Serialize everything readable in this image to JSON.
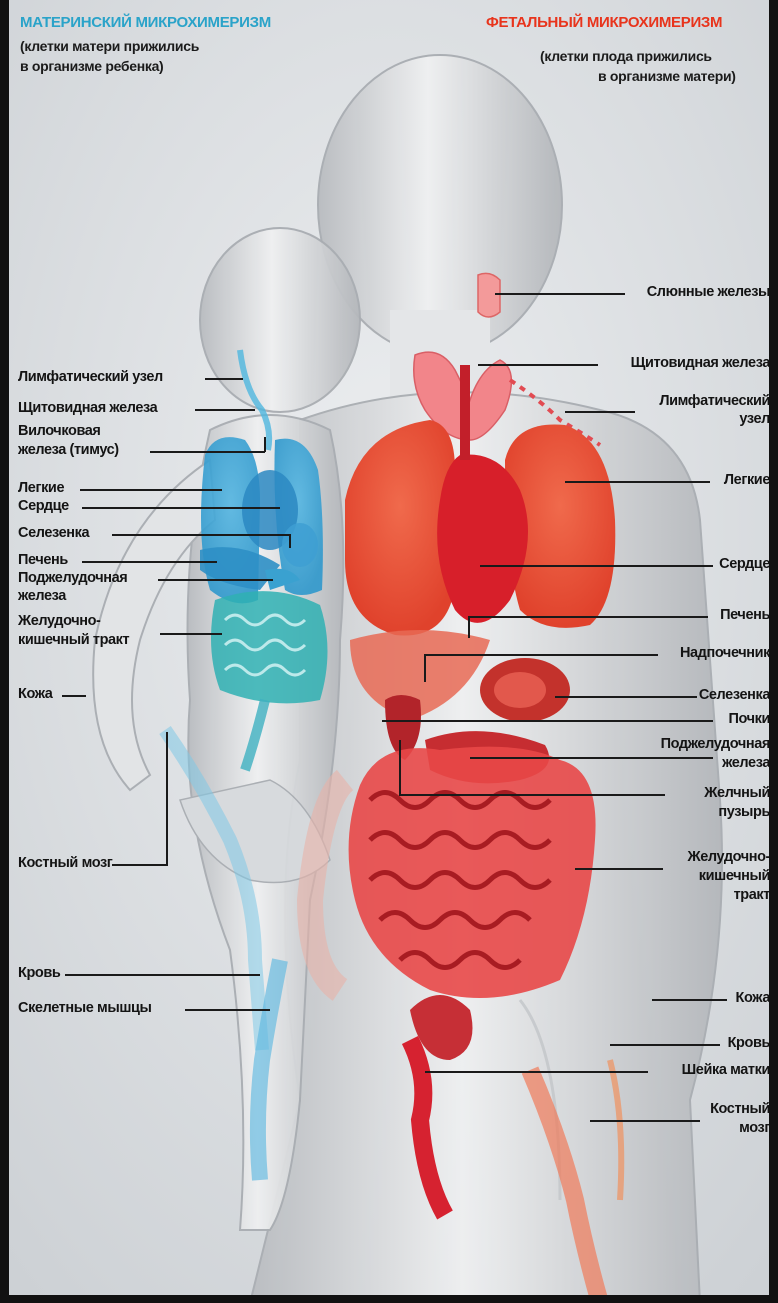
{
  "title_left": "МАТЕРИНСКИЙ МИКРОХИМЕРИЗМ",
  "subtitle_left_1": "(клетки матери   прижились",
  "subtitle_left_2": "в организме ребенка)",
  "title_right": "ФЕТАЛЬНЫЙ МИКРОХИМЕРИЗМ",
  "subtitle_right_1": "(клетки плода  прижились",
  "subtitle_right_2": "в организме матери)",
  "colors": {
    "maternal": "#2aa3c9",
    "fetal": "#e8341c",
    "child_organs": "#3aa8d8",
    "mother_organs": "#e53a2e",
    "background": "#dcdfe2"
  },
  "left_labels": [
    "Лимфатический узел",
    "Щитовидная железа",
    "Вилочковая",
    "железа (тимус)",
    "Легкие",
    "Сердце",
    "Селезенка",
    "Печень",
    "Поджелудочная",
    "железа",
    "Желудочно-",
    "кишечный тракт",
    "Кожа",
    "Костный мозг",
    "Кровь",
    "Скелетные мышцы"
  ],
  "right_labels": [
    "Слюнные железы",
    "Щитовидная железа",
    "Лимфатический",
    "узел",
    "Легкие",
    "Сердце",
    "Печень",
    "Надпочечник",
    "Селезенка",
    "Почки",
    "Поджелудочная",
    "железа",
    "Желчный",
    "пузырь",
    "Желудочно-",
    "кишечный",
    "тракт",
    "Кожа",
    "Кровь",
    "Шейка матки",
    "Костный",
    "мозг"
  ]
}
